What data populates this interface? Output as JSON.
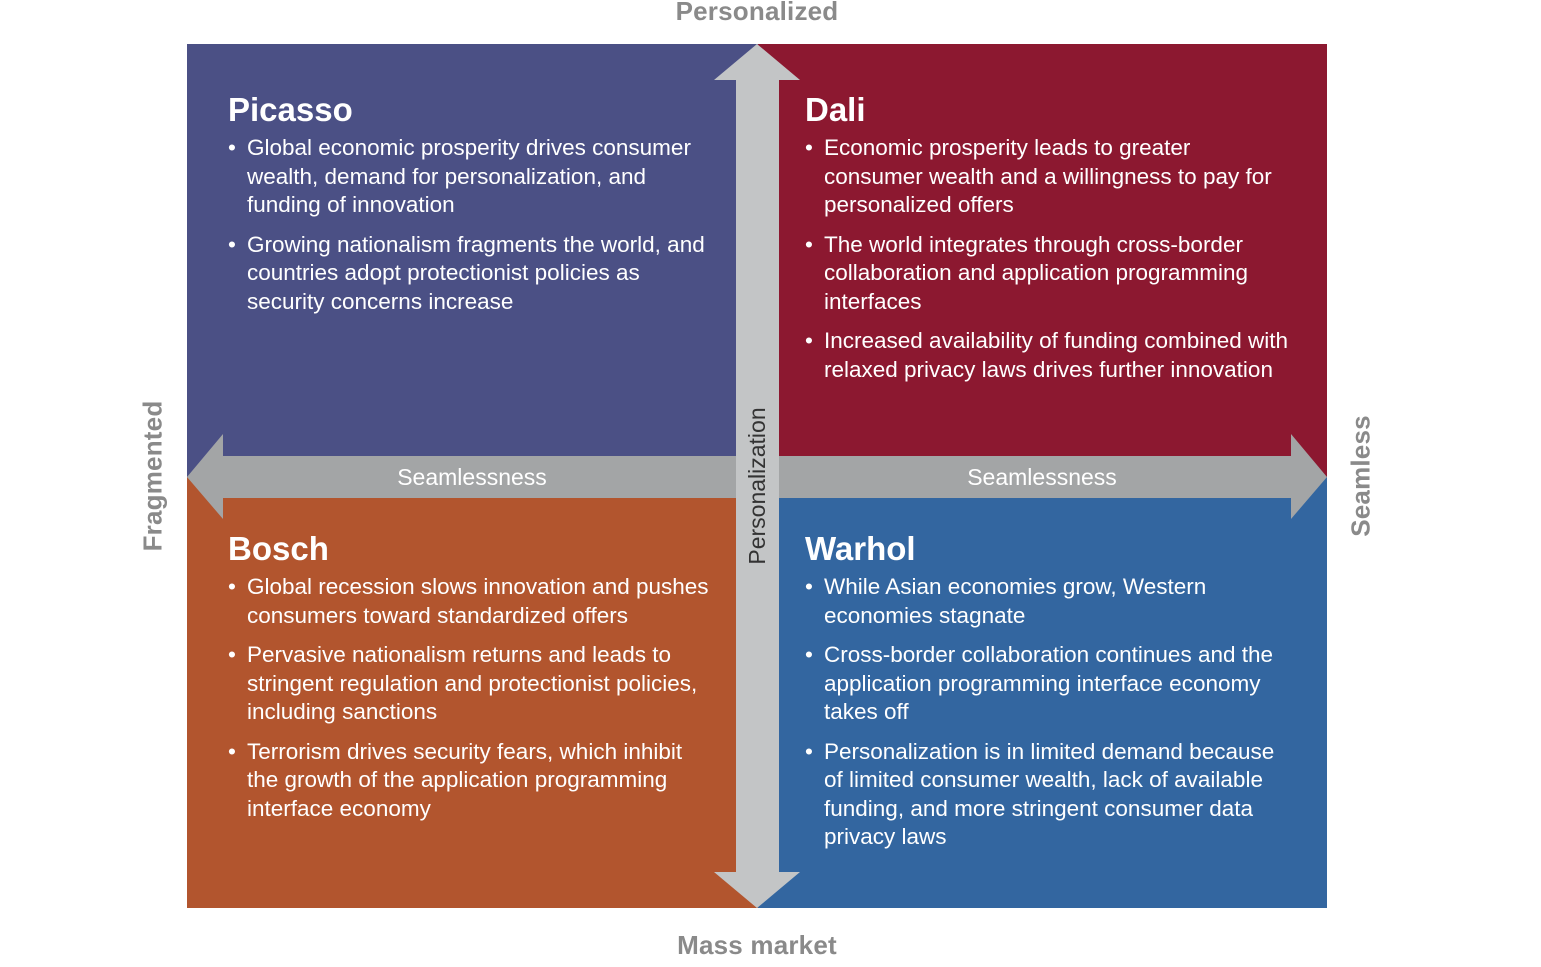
{
  "axes": {
    "top": "Personalized",
    "bottom": "Mass market",
    "left": "Fragmented",
    "right": "Seamless",
    "horizontal_arrow": "Seamlessness",
    "vertical_arrow": "Personalization"
  },
  "colors": {
    "picasso": "#4b5085",
    "dali": "#8c1830",
    "bosch": "#b2552e",
    "warhol": "#3366a0",
    "arrow": "#a3a5a6",
    "axis_text": "#8a8a8a"
  },
  "quadrants": {
    "picasso": {
      "title": "Picasso",
      "bullets": [
        "Global economic prosperity drives consumer wealth, demand for personalization, and funding of innovation",
        "Growing nationalism fragments the world, and countries adopt protectionist policies as security concerns increase"
      ]
    },
    "dali": {
      "title": "Dali",
      "bullets": [
        "Economic prosperity leads to greater consumer wealth and a willingness to pay for personalized offers",
        "The world integrates through cross-border collaboration and application programming interfaces",
        "Increased availability of funding combined with relaxed privacy laws drives further innovation"
      ]
    },
    "bosch": {
      "title": "Bosch",
      "bullets": [
        "Global recession slows innovation and pushes consumers toward standardized offers",
        "Pervasive nationalism returns and leads to stringent regulation and protectionist policies, including sanctions",
        "Terrorism drives security fears, which inhibit the growth of the application programming interface economy"
      ]
    },
    "warhol": {
      "title": "Warhol",
      "bullets": [
        "While Asian economies grow, Western economies stagnate",
        "Cross-border collaboration continues and the application programming interface economy takes off",
        "Personalization is in limited demand because of limited consumer wealth, lack of available funding, and more stringent consumer data privacy laws"
      ]
    }
  }
}
